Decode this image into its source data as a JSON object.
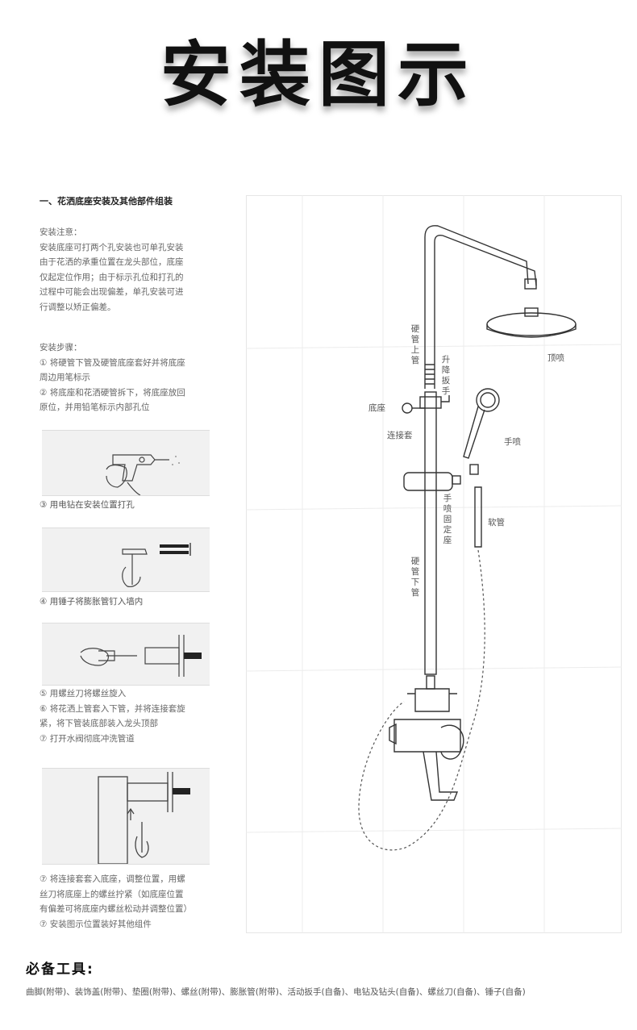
{
  "title": "安装图示",
  "section_title": "一、花洒底座安装及其他部件组装",
  "notes": {
    "heading": "安装注意：",
    "lines": [
      "安装底座可打两个孔安装也可单孔安装",
      "由于花洒的承重位置在龙头部位，底座",
      "仅起定位作用；由于标示孔位和打孔的",
      "过程中可能会出现偏差，单孔安装可进",
      "行调整以矫正偏差。"
    ]
  },
  "steps_intro": {
    "heading": "安装步骤：",
    "lines": [
      "① 将硬管下管及硬管底座套好并将底座",
      "周边用笔标示",
      "② 将底座和花洒硬管拆下，将底座放回",
      "原位，并用铅笔标示内部孔位"
    ]
  },
  "step3": "③ 用电钻在安装位置打孔",
  "step4": "④ 用锤子将膨胀管钉入墙内",
  "step5_7": [
    "⑤ 用螺丝刀将螺丝旋入",
    "⑥ 将花洒上管套入下管，并将连接套旋",
    "紧，将下管装底部装入龙头顶部",
    "⑦ 打开水阀彻底冲洗管道"
  ],
  "step8": [
    "⑦ 将连接套套入底座，调整位置，用螺",
    "丝刀将底座上的螺丝拧紧（如底座位置",
    "有偏差可将底座内螺丝松动并调整位置）",
    "⑦ 安装图示位置装好其他组件"
  ],
  "labels": {
    "upper_pipe": "硬管上管",
    "lift_wrench": "升降扳手",
    "base": "底座",
    "connector": "连接套",
    "top_spray": "顶喷",
    "hand_shower": "手喷",
    "hand_holder": "手喷固定座",
    "hose": "软管",
    "lower_pipe": "硬管下管"
  },
  "tools_title": "必备工具:",
  "tools_list": "曲脚(附带)、装饰盖(附带)、垫圈(附带)、螺丝(附带)、膨胀管(附带)、活动扳手(自备)、电钻及钻头(自备)、螺丝刀(自备)、锤子(自备)"
}
